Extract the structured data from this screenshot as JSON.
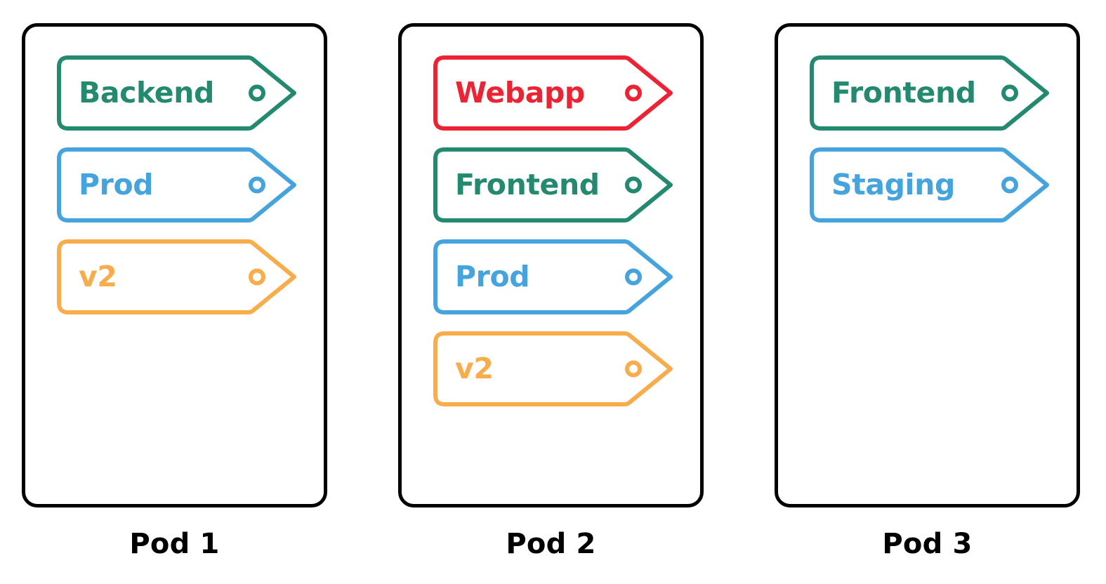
{
  "diagram": {
    "title": "Pods with labeled tags",
    "background_color": "#ffffff",
    "pod_border_color": "#000000",
    "palette": {
      "green": "#23896f",
      "blue": "#45a3dd",
      "orange": "#f9ad4a",
      "red": "#ed2233"
    },
    "tag_icon": "tag-hole-icon",
    "pods": [
      {
        "caption": "Pod 1",
        "tags": [
          {
            "label": "Backend",
            "color": "#23896f",
            "color_name": "green"
          },
          {
            "label": "Prod",
            "color": "#45a3dd",
            "color_name": "blue"
          },
          {
            "label": "v2",
            "color": "#f9ad4a",
            "color_name": "orange"
          }
        ]
      },
      {
        "caption": "Pod 2",
        "tags": [
          {
            "label": "Webapp",
            "color": "#ed2233",
            "color_name": "red"
          },
          {
            "label": "Frontend",
            "color": "#23896f",
            "color_name": "green"
          },
          {
            "label": "Prod",
            "color": "#45a3dd",
            "color_name": "blue"
          },
          {
            "label": "v2",
            "color": "#f9ad4a",
            "color_name": "orange"
          }
        ]
      },
      {
        "caption": "Pod 3",
        "tags": [
          {
            "label": "Frontend",
            "color": "#23896f",
            "color_name": "green"
          },
          {
            "label": "Staging",
            "color": "#45a3dd",
            "color_name": "blue"
          }
        ]
      }
    ]
  }
}
